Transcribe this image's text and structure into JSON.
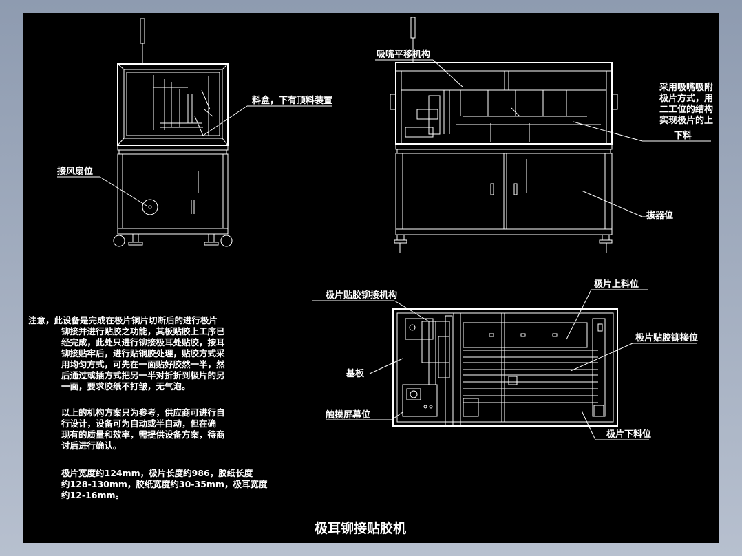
{
  "drawing": {
    "title": "极耳铆接贴胶机",
    "labels": {
      "front_top": "料盒，下有顶料装置",
      "front_fan": "接风扇位",
      "side_top": "吸嘴平移机构",
      "side_right_1": "采用吸嘴吸附",
      "side_right_2": "极片方式，用",
      "side_right_3": "二工位的结构",
      "side_right_4": "实现极片的上",
      "side_right_5": "下料",
      "side_cabinet": "拔器位",
      "plan_top_left": "极片贴胶铆接机构",
      "plan_top_right": "极片上料位",
      "plan_right": "极片贴胶铆接位",
      "plan_base": "基板",
      "plan_screen": "触摸屏幕位",
      "plan_bottom": "极片下料位"
    },
    "notes": [
      "注意，此设备是完成在极片铜片切断后的进行极片",
      "铆接并进行贴胶之功能，其板贴胶上工序已",
      "经完成，此处只进行铆接极耳处贴胶，按耳",
      "铆接贴牢后，进行贴铜胶处理，贴胶方式采",
      "用均匀方式，可先在一面贴好胶然一半，然",
      "后通过或插方式把另一半对折折到极片的另",
      "一面，要求胶纸不打皱，无气泡。",
      "",
      "以上的机构方案只为参考，供应商可进行自",
      "行设计，设备可为自动或半自动，但在确",
      "现有的质量和效率，需提供设备方案，待商",
      "讨后进行确认。",
      "",
      "极片宽度约124mm，极片长度约986，胶纸长度",
      "约128-130mm，胶纸宽度约30-35mm，极耳宽度",
      "约12-16mm。"
    ]
  },
  "colors": {
    "background": "#000000",
    "lines": "#ffffff",
    "frame": "#9aa6b8"
  }
}
